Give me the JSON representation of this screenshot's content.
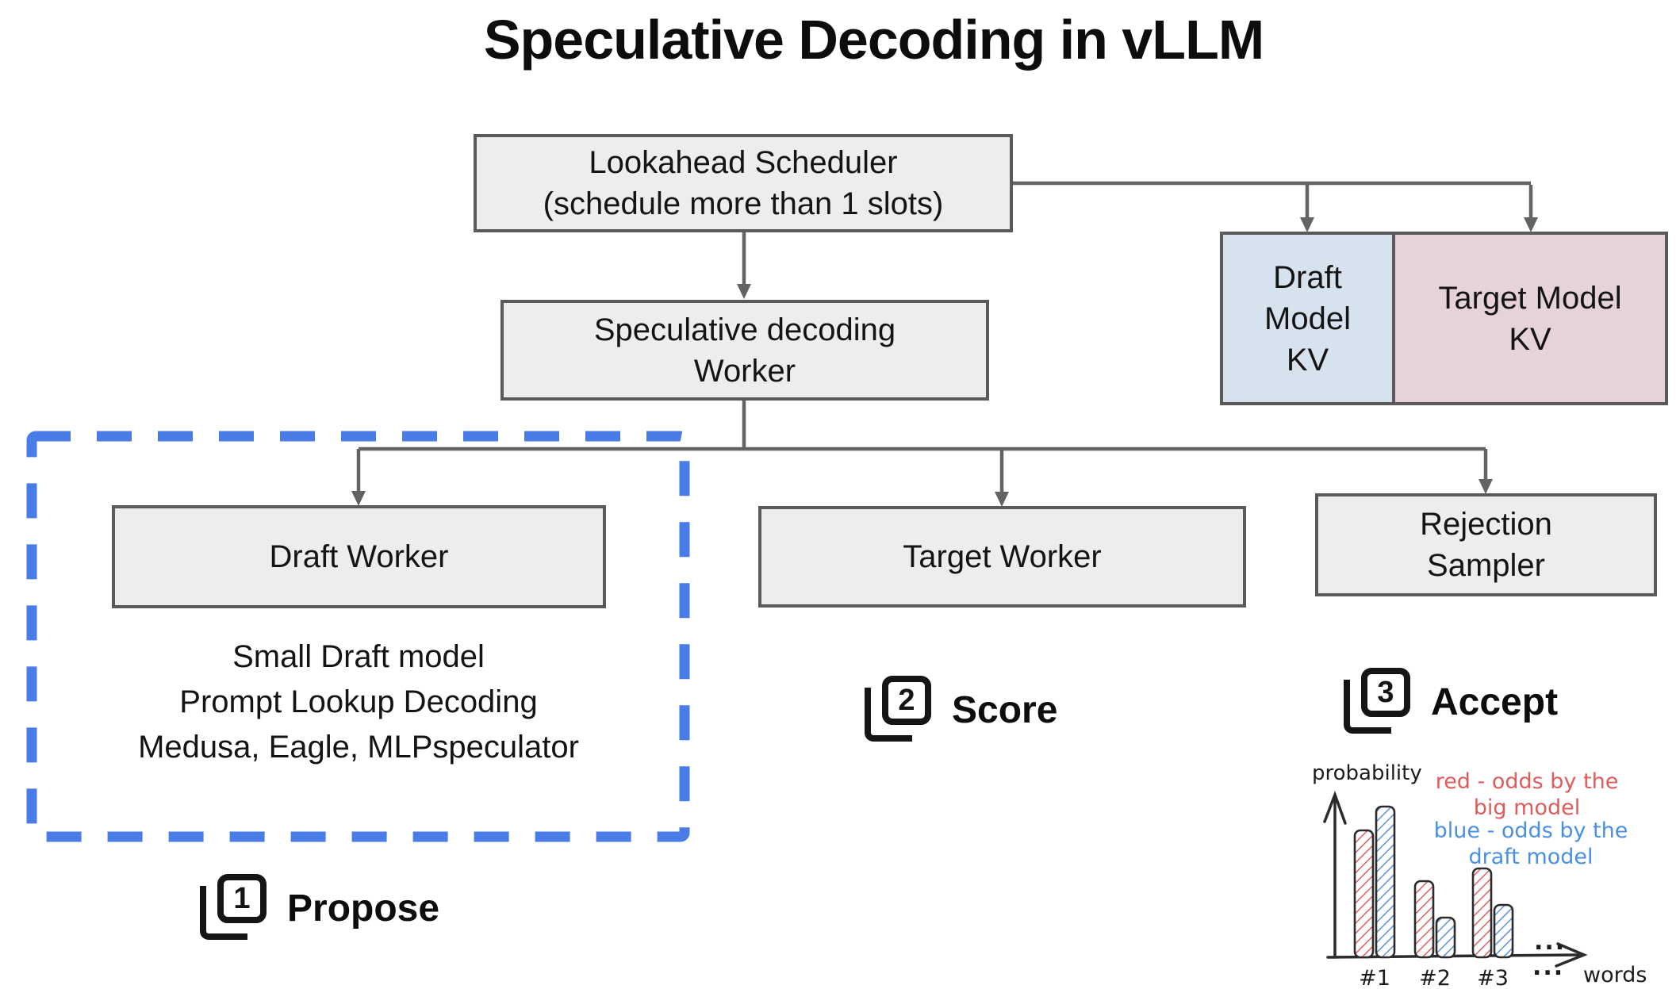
{
  "title": "Speculative Decoding in vLLM",
  "colors": {
    "box_fill": "#eeedee",
    "box_border": "#5a5a5a",
    "connector": "#636363",
    "dashed_group_border": "#4a7ce8",
    "draft_kv_fill": "#d7e2ef",
    "target_kv_fill": "#e5d2da",
    "red_series": "#e06060",
    "blue_series": "#5b94d6"
  },
  "nodes": {
    "lookahead_scheduler": {
      "label": "Lookahead Scheduler\n(schedule more than 1 slots)"
    },
    "spec_worker": {
      "label": "Speculative decoding\nWorker"
    },
    "draft_model_kv": {
      "label": "Draft\nModel\nKV"
    },
    "target_model_kv": {
      "label": "Target Model\nKV"
    },
    "draft_worker": {
      "label": "Draft Worker"
    },
    "target_worker": {
      "label": "Target Worker"
    },
    "rejection_sampler": {
      "label": "Rejection\nSampler"
    }
  },
  "draft_methods": "Small Draft model\nPrompt Lookup Decoding\nMedusa, Eagle, MLPspeculator",
  "steps": [
    {
      "num": "1",
      "label": "Propose"
    },
    {
      "num": "2",
      "label": "Score"
    },
    {
      "num": "3",
      "label": "Accept"
    }
  ],
  "chart_data": {
    "type": "bar",
    "title": "",
    "categories": [
      "#1",
      "#2",
      "#3"
    ],
    "series": [
      {
        "name": "red - odds by the big model",
        "color": "#e06060",
        "values": [
          0.8,
          0.48,
          0.56
        ]
      },
      {
        "name": "blue - odds by the draft model",
        "color": "#5b94d6",
        "values": [
          0.95,
          0.25,
          0.33
        ]
      }
    ],
    "xlabel": "words",
    "ylabel": "probability",
    "ylim": [
      0,
      1
    ],
    "grid": false,
    "legend_position": "top-right",
    "x_overflow": "...",
    "annotations": {
      "red_note": "red - odds by the\nbig model",
      "blue_note": "blue - odds by the\ndraft model"
    }
  }
}
